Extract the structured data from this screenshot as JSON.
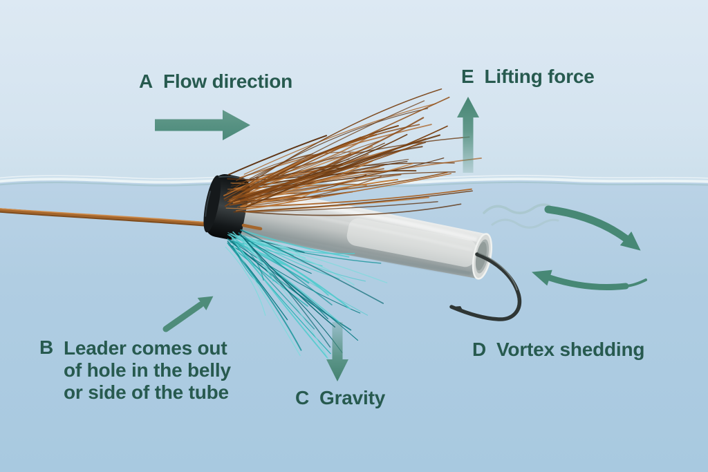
{
  "labels": {
    "a": {
      "letter": "A",
      "text": "Flow direction"
    },
    "b": {
      "letter": "B",
      "line1": "Leader comes out",
      "line2": "of hole in the belly",
      "line3": "or side of the tube"
    },
    "c": {
      "letter": "C",
      "text": "Gravity"
    },
    "d": {
      "letter": "D",
      "text": "Vortex shedding"
    },
    "e": {
      "letter": "E",
      "text": "Lifting force"
    }
  },
  "icons": {
    "flow_arrow": "right-arrow",
    "lifting_arrow": "up-arrow",
    "gravity_arrow": "down-arrow",
    "leader_pointer_arrow": "up-right-arrow",
    "vortex_upper_arrow": "curved-down-right-arrow",
    "vortex_lower_arrow": "curved-left-arrow",
    "turbulence": "wavy-lines"
  },
  "colors": {
    "label_text": "#275a4f",
    "arrow_teal": "#4e8c7a",
    "sky_top": "#dde9f3",
    "water_bottom": "#a8c9e0",
    "wing_brown": "#93541e",
    "hackle_teal": "#2ab2b5",
    "tube_gray": "#c9cccb",
    "head_black": "#1a1e20",
    "leader_copper": "#a4662c",
    "hook_dark": "#333a39"
  }
}
